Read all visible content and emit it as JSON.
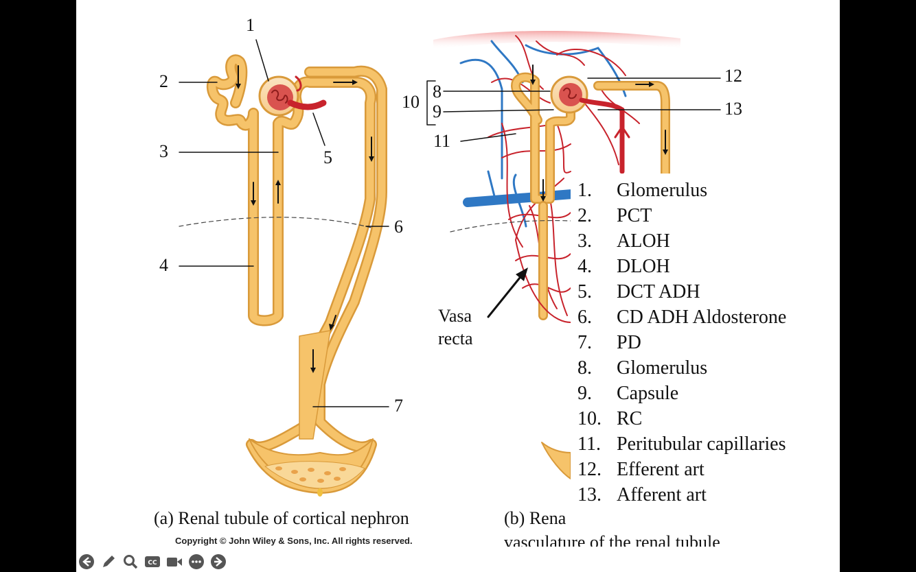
{
  "labels": {
    "n1": "1",
    "n2": "2",
    "n3": "3",
    "n4": "4",
    "n5": "5",
    "n6": "6",
    "n7": "7",
    "n8": "8",
    "n9": "9",
    "n10": "10",
    "n11": "11",
    "n12": "12",
    "n13": "13",
    "vasa1": "Vasa",
    "vasa2": "recta"
  },
  "captions": {
    "a": "(a) Renal tubule of cortical nephron",
    "b1": "(b) Rena",
    "b2": "vasculature of the renal tubule",
    "copyright": "Copyright © John Wiley & Sons, Inc. All rights reserved."
  },
  "legend": [
    {
      "num": "1.",
      "text": "Glomerulus"
    },
    {
      "num": "2.",
      "text": "PCT"
    },
    {
      "num": "3.",
      "text": "ALOH"
    },
    {
      "num": "4.",
      "text": "DLOH"
    },
    {
      "num": "5.",
      "text": "DCT ADH"
    },
    {
      "num": "6.",
      "text": "CD ADH Aldosterone"
    },
    {
      "num": "7.",
      "text": "PD"
    },
    {
      "num": "8.",
      "text": "Glomerulus"
    },
    {
      "num": "9.",
      "text": "Capsule"
    },
    {
      "num": "10.",
      "text": "RC"
    },
    {
      "num": "11.",
      "text": "Peritubular capillaries"
    },
    {
      "num": "12.",
      "text": "Efferent art"
    },
    {
      "num": "13.",
      "text": "Afferent art"
    }
  ],
  "toolbar": [
    "back-icon",
    "pen-icon",
    "zoom-icon",
    "captions-icon",
    "video-icon",
    "more-icon",
    "forward-icon"
  ],
  "colors": {
    "tubule": "#f6c36a",
    "tubule_edge": "#d99a3a",
    "artery": "#c8232c",
    "vein": "#2f78c4"
  }
}
